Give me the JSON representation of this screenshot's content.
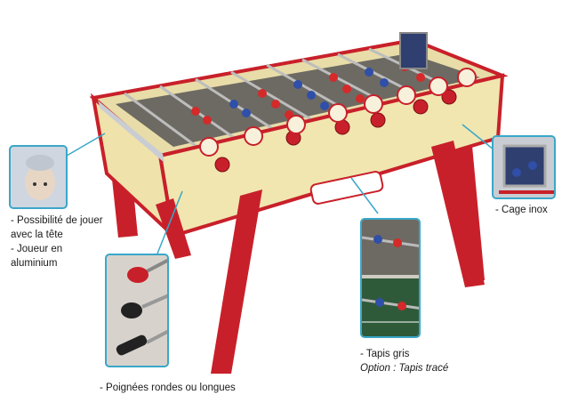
{
  "captions": {
    "head": [
      "- Possibilité de jouer",
      "avec la tête",
      "- Joueur en",
      "aluminium"
    ],
    "cage": "- Cage inox",
    "tapis_line1": "- Tapis gris",
    "tapis_line2": "Option : Tapis tracé",
    "poignees": "- Poignées rondes ou longues"
  },
  "colors": {
    "accent_border": "#3aa7c9",
    "table_cream": "#f1e6b0",
    "table_red": "#c8202a",
    "team_red": "#d42a2a",
    "team_blue": "#2f4fa8",
    "inox": "#c9cdd3"
  }
}
